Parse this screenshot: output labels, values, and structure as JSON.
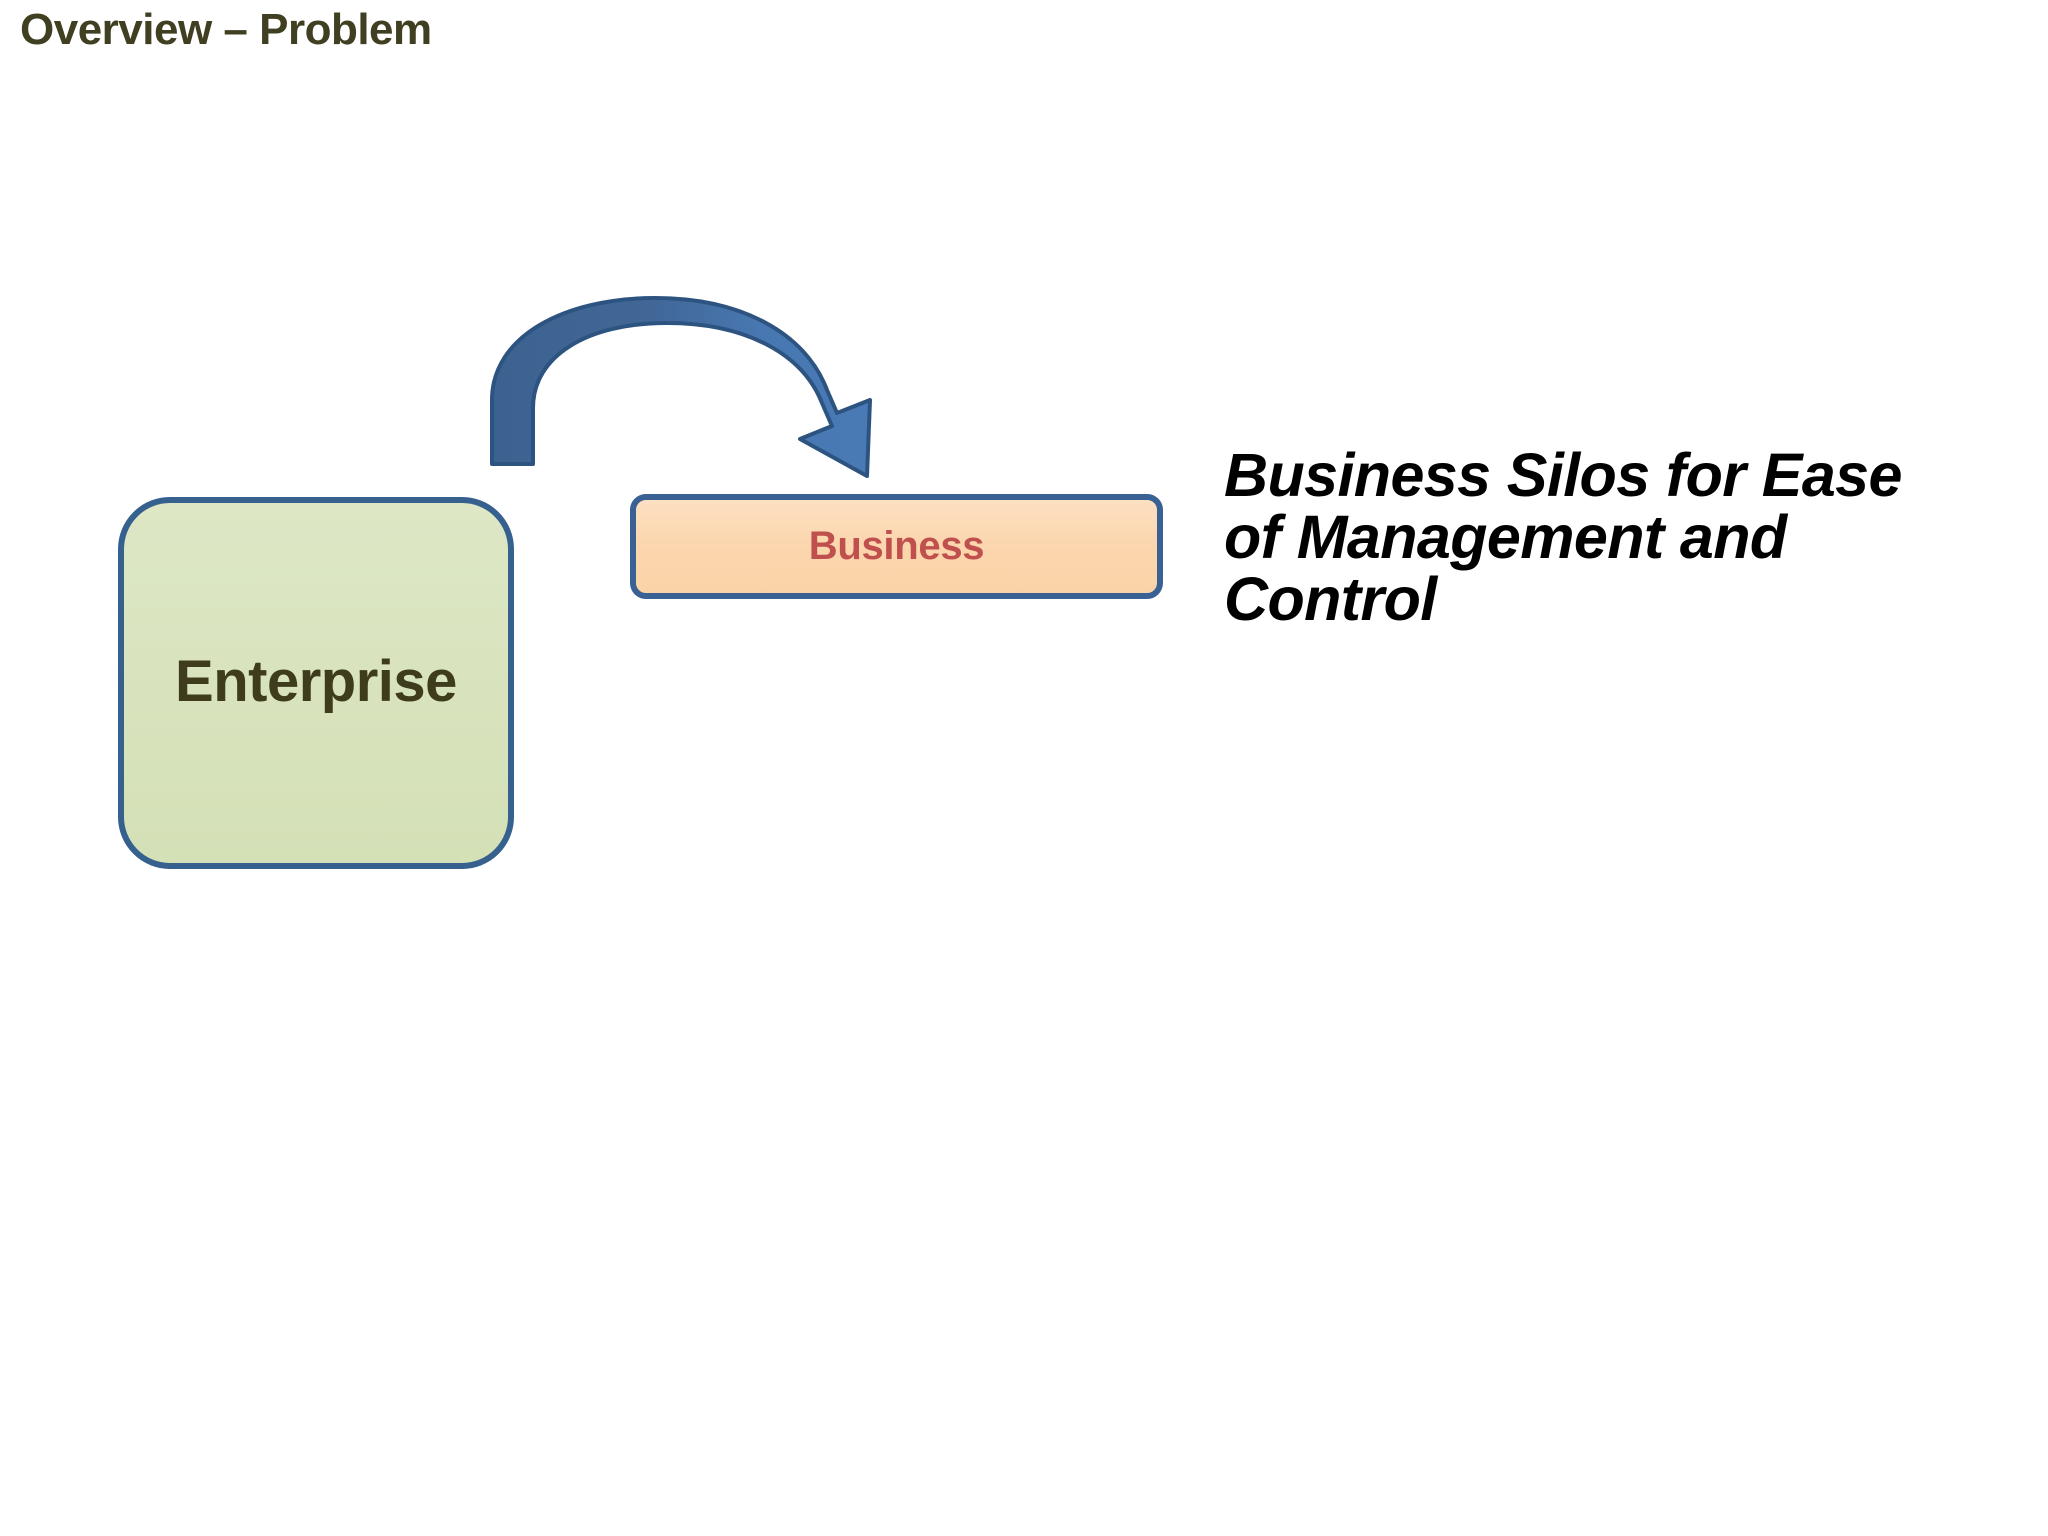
{
  "slide": {
    "title": "Overview – Problem",
    "background_color": "#ffffff",
    "title_color": "#403f22"
  },
  "diagram": {
    "enterprise_box": {
      "label": "Enterprise",
      "fill_color": "#d8e3bd",
      "border_color": "#36618e",
      "text_color": "#3f3c1d"
    },
    "business_box": {
      "label": "Business",
      "fill_color": "#fbd6ae",
      "border_color": "#3a6193",
      "text_color": "#c0504d"
    },
    "arrow": {
      "name": "curved-arrow",
      "direction": "enterprise-to-business",
      "fill_left_color": "#416796",
      "fill_right_color": "#4a7ab5",
      "outline_color": "#2d5480"
    }
  },
  "caption": {
    "full_text": "Business Silos for Ease of Management and Control",
    "lines": [
      "Business Silos for Ease",
      "of Management and",
      "Control"
    ],
    "text_color": "#000000"
  }
}
